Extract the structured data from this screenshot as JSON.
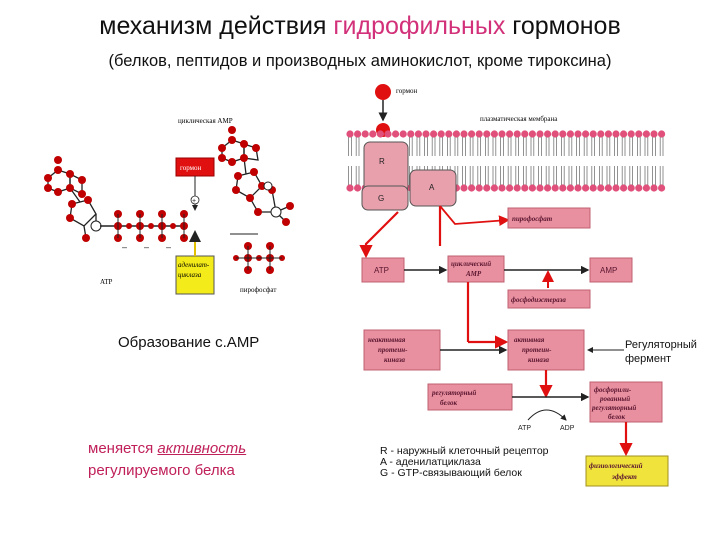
{
  "title": {
    "prefix": "механизм действия ",
    "highlight": "гидрофильных",
    "suffix": " гормонов"
  },
  "subtitle": "(белков, пептидов и производных аминокислот, кроме тироксина)",
  "left_diagram": {
    "camp_label": "циклическая АМР",
    "hormone_label": "гормон",
    "adenylate_label_1": "аденилат-",
    "adenylate_label_2": "циклаза",
    "atp_label": "ATP",
    "pyrophosphate_label": "пирофосфат",
    "caption": "Образование с.АМР"
  },
  "bottom_text": {
    "line1_prefix": "меняется ",
    "line1_underlined": "активность",
    "line2": "регулируемого белка"
  },
  "right_diagram": {
    "hormone_label": "гормон",
    "membrane_label": "плазматическая мембрана",
    "receptor_label": "R",
    "g_protein_label": "G",
    "adenylate_label": "A",
    "pyrophosphate_box": "пирофосфат",
    "atp_box": "ATP",
    "camp_box_1": "циклический",
    "camp_box_2": "AMP",
    "amp_box": "AMP",
    "phosphodiesterase": "фосфодиэстераза",
    "inactive_kinase_1": "неактивная",
    "inactive_kinase_2": "протеин-",
    "inactive_kinase_3": "киназа",
    "active_kinase_1": "активная",
    "active_kinase_2": "протеин-",
    "active_kinase_3": "киназа",
    "regulatory_protein_1": "регуляторный",
    "regulatory_protein_2": "белок",
    "atp_small": "ATP",
    "adp_small": "ADP",
    "phospho_protein_1": "фосфорили-",
    "phospho_protein_2": "рованный",
    "phospho_protein_3": "регуляторный",
    "phospho_protein_4": "белок",
    "effect_1": "физиологический",
    "effect_2": "эффект"
  },
  "regulatory_enzyme": {
    "line1": "Регуляторный",
    "line2": "фермент"
  },
  "legend": {
    "r": "R - наружный клеточный рецептор",
    "a": "A - аденилатциклаза",
    "g": "G - GTP-связывающий белок"
  },
  "colors": {
    "accent": "#d2317a",
    "box_fill": "#e8909f",
    "hormone_red": "#e01010",
    "adenylate_yellow": "#f4ec1a",
    "effect_yellow": "#f0e33c"
  }
}
